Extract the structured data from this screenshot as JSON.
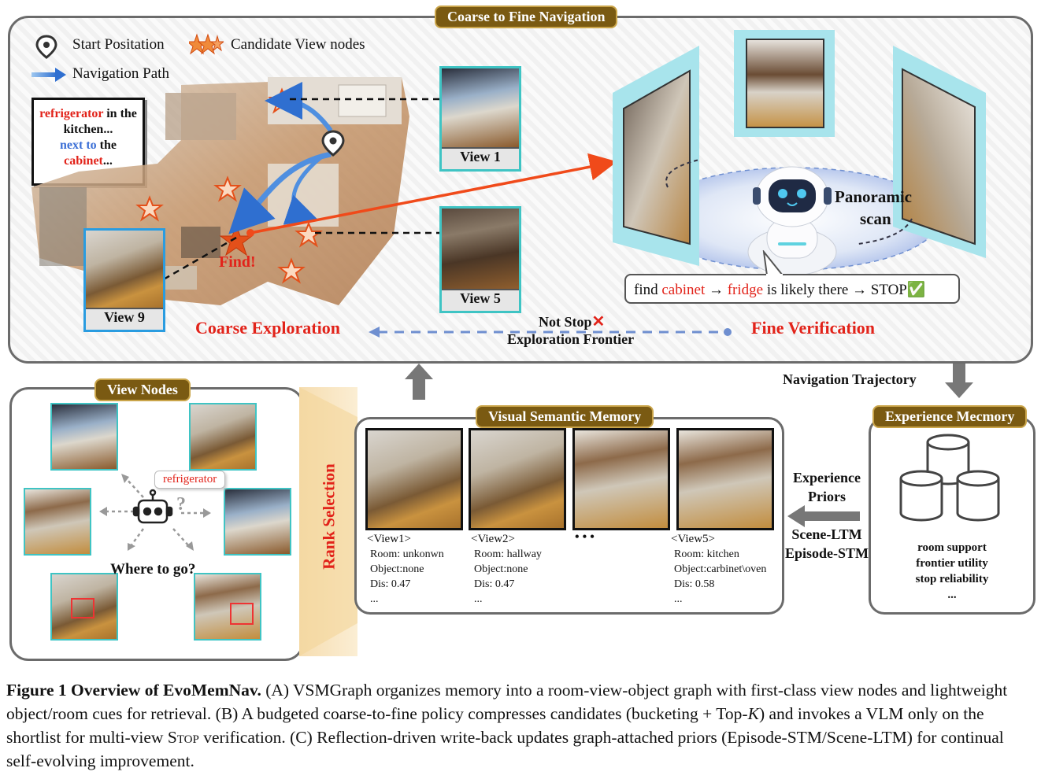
{
  "top_panel": {
    "title": "Coarse to Fine Navigation",
    "legend": {
      "start": "Start Positation",
      "candidates": "Candidate View nodes",
      "path": "Navigation Path"
    },
    "instruction": {
      "w1": "refrigerator",
      "w2": " in the kitchen...",
      "w3": "next to",
      "w4": " the",
      "w5": "cabinet",
      "w6": "..."
    },
    "find_label": "Find!",
    "views": [
      "View 1",
      "View 5",
      "View 9"
    ],
    "coarse_label": "Coarse Exploration",
    "fine_label": "Fine Verification",
    "not_stop": "Not Stop",
    "frontier": "Exploration Frontier",
    "panoramic": "Panoramic",
    "scan": "scan",
    "speech": {
      "p1": "find ",
      "p2": "cabinet",
      "p3": " → ",
      "p4": "fridge",
      "p5": " is likely there → STOP",
      "check": "✅"
    }
  },
  "view_nodes": {
    "title": "View Nodes",
    "bubble": "refrigerator",
    "question": "Where to go?",
    "rank": "Rank Selection"
  },
  "vsm": {
    "title": "Visual Semantic Memory",
    "ellipsis": "• • •",
    "items": [
      {
        "view": "<View1>",
        "room": "Room: unkonwn",
        "object": "Object:none",
        "dis": "Dis: 0.47",
        "more": "..."
      },
      {
        "view": "<View2>",
        "room": "Room: hallway",
        "object": "Object:none",
        "dis": "Dis: 0.47",
        "more": "..."
      },
      {
        "view": "<View5>",
        "room": "Room: kitchen",
        "object": "Object:carbinet\\oven",
        "dis": "Dis: 0.58",
        "more": "..."
      }
    ]
  },
  "trajectory_label": "Navigation Trajectory",
  "experience": {
    "title": "Experience Mecmory",
    "priors1": "Experience",
    "priors2": "Priors",
    "ltm": "Scene-LTM",
    "stm": "Episode-STM",
    "lines": [
      "room support",
      "frontier utility",
      "stop reliability",
      "..."
    ]
  },
  "caption": {
    "label": "Figure 1  Overview of EvoMemNav.",
    "text1": " (A) VSMGraph organizes memory into a room-view-object graph with first-class view nodes and lightweight object/room cues for retrieval. (B) A budgeted coarse-to-fine policy compresses candidates (bucketing + Top-",
    "k": "K",
    "text2": ") and invokes a VLM only on the shortlist for multi-view ",
    "stop": "Stop",
    "text3": " verification. (C) Reflection-driven write-back updates graph-attached priors (Episode-STM/Scene-LTM) for continual self-evolving improvement."
  },
  "colors": {
    "accent_red": "#e2231a",
    "accent_blue": "#3b6fd6",
    "tag_brown": "#7a5a12",
    "teal": "#3fc4c4"
  }
}
